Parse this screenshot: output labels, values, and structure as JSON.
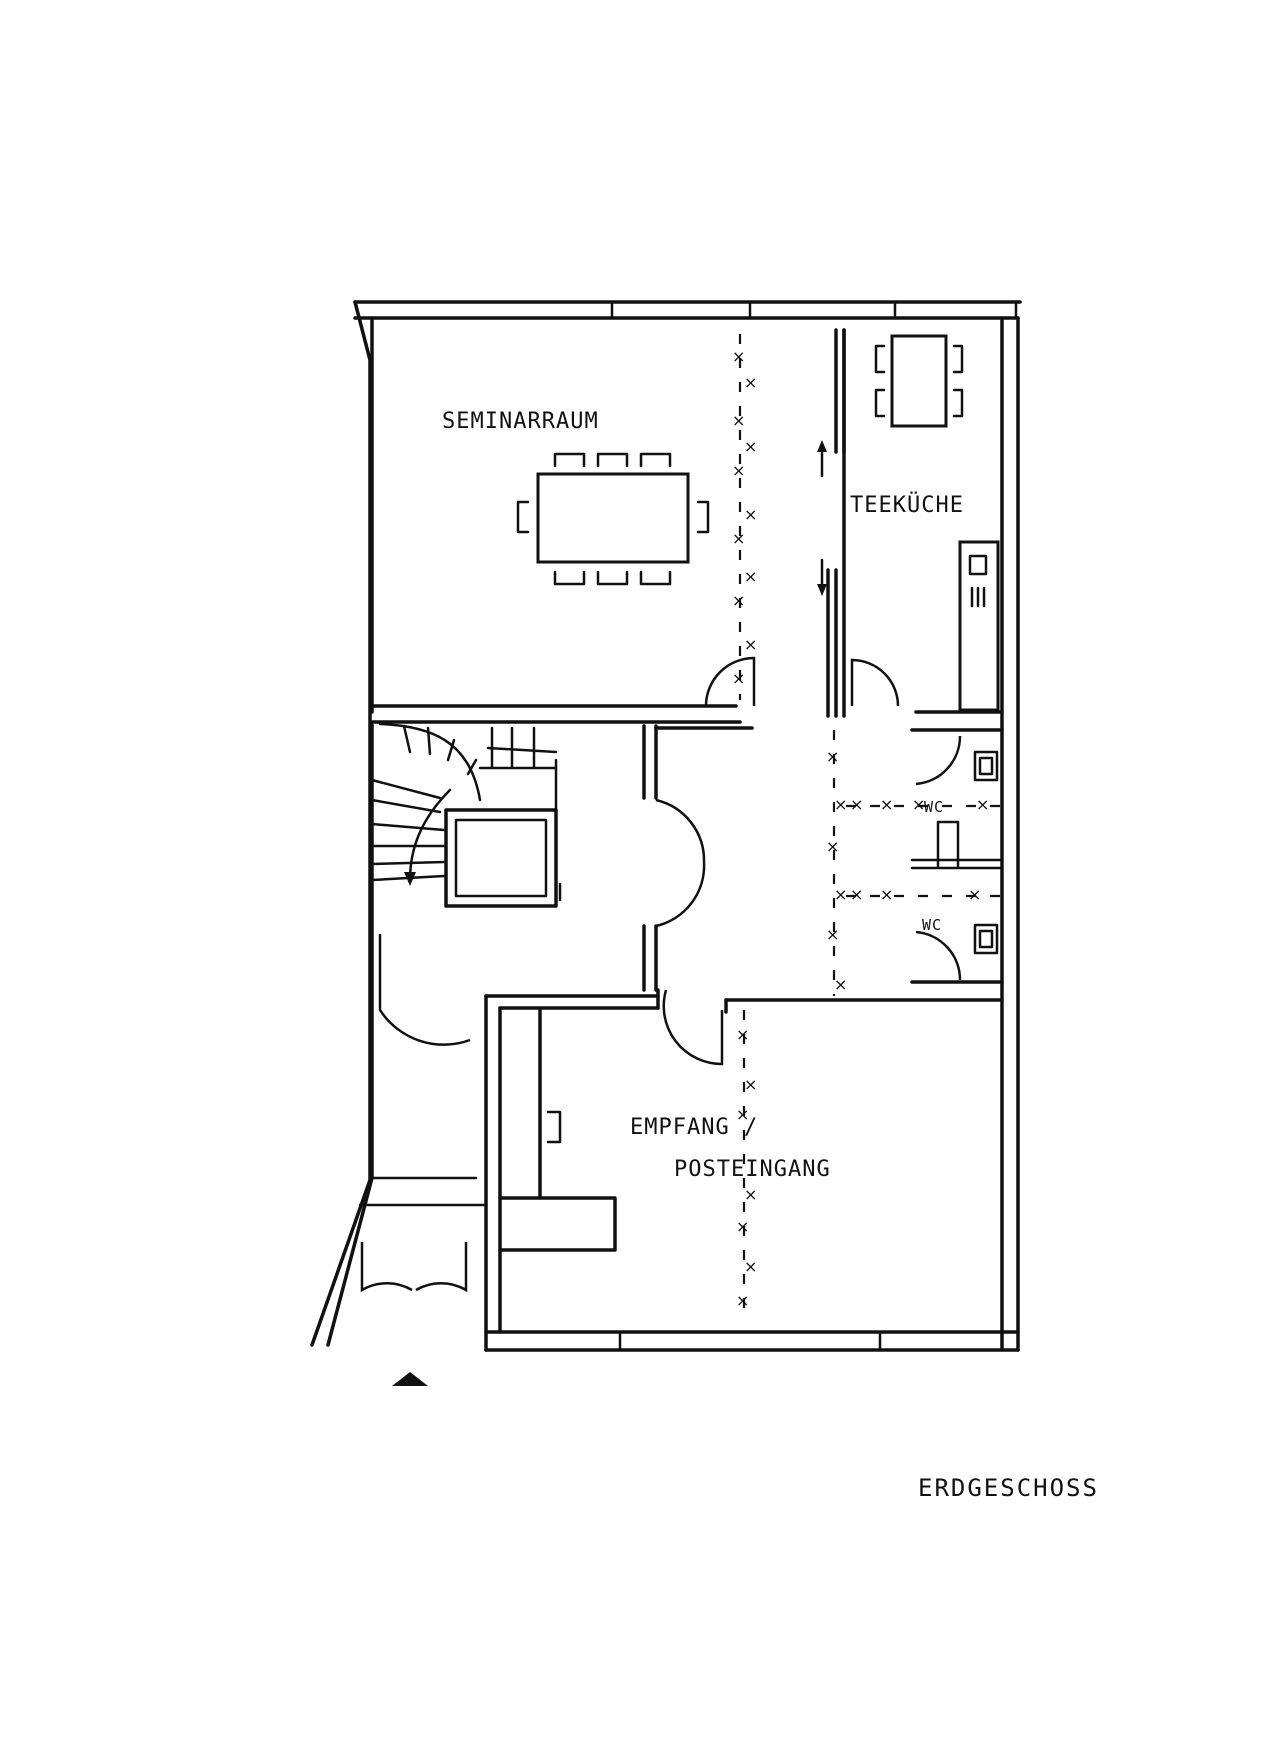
{
  "plan": {
    "title": "ERDGESCHOSS",
    "rooms": {
      "seminar": "SEMINARRAUM",
      "kitchen": "TEEKÜCHE",
      "wc_upper": "WC",
      "wc_lower": "WC",
      "reception_line1": "EMPFANG /",
      "reception_line2": "POSTEINGANG"
    },
    "icons": {
      "entrance": "entrance-arrow-icon"
    }
  }
}
